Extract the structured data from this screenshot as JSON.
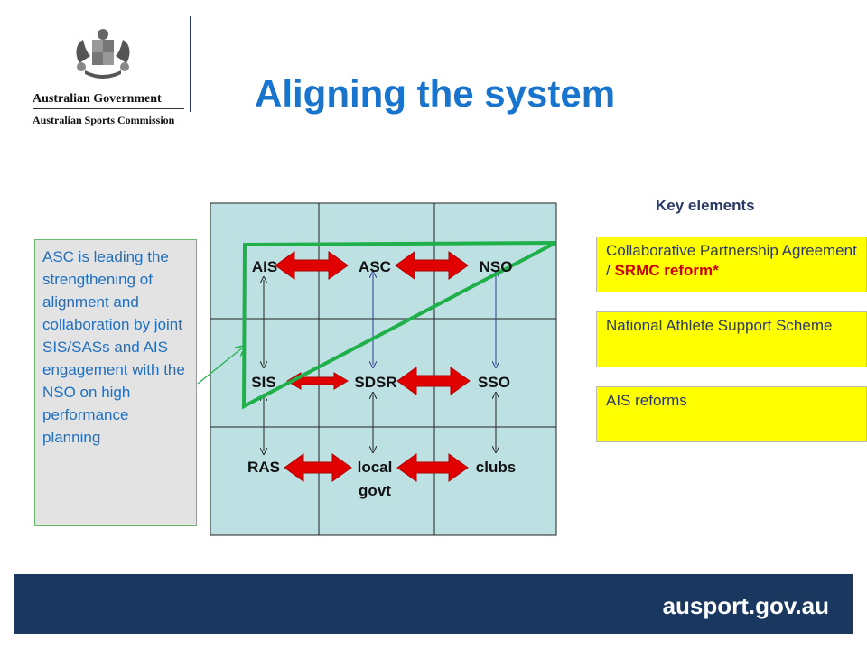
{
  "logo": {
    "line1": "Australian Government",
    "line2": "Australian Sports Commission"
  },
  "title": "Aligning the system",
  "key_elements": {
    "title": "Key elements",
    "items": [
      {
        "text": "Collaborative Partnership Agreement / ",
        "highlight": "SRMC reform*"
      },
      {
        "text": "National Athlete Support Scheme",
        "highlight": ""
      },
      {
        "text": "AIS reforms",
        "highlight": ""
      }
    ]
  },
  "note": "ASC is leading the strengthening of alignment and collaboration by joint SIS/SASs and AIS engagement with the NSO on high performance planning",
  "grid": {
    "row1": [
      "AIS",
      "ASC",
      "NSO"
    ],
    "row2": [
      "SIS",
      "SDSR",
      "SSO"
    ],
    "row3": [
      "RAS",
      "local govt",
      "clubs"
    ]
  },
  "colors": {
    "title": "#1874cd",
    "grid_fill": "#bde0e3",
    "red_arrow": "#e00000",
    "green_line": "#1fb04a",
    "key_fill": "#ffff00",
    "footer": "#1a3760"
  },
  "footer": {
    "url": "ausport.gov.au"
  }
}
